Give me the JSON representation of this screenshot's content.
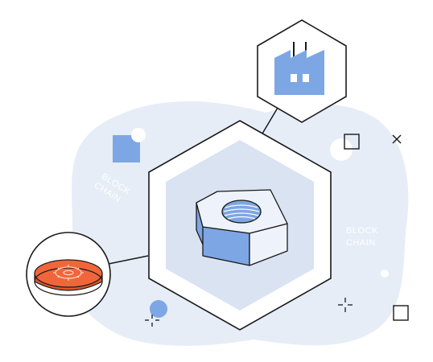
{
  "labels": {
    "left_word1": "BLOCK",
    "left_word2": "CHAIN",
    "right_word1": "BLOCK",
    "right_word2": "CHAIN"
  },
  "icons": {
    "center": "hex-nut-icon",
    "top_right": "factory-icon",
    "left": "gear-coin-icon"
  },
  "colors": {
    "background_blob": "#e6edf7",
    "inner_hexagon": "#d9e3f2",
    "accent_blue": "#7da6e4",
    "nut_top": "#eef3fb",
    "coin_orange": "#f0663a",
    "outline": "#1a1a1a"
  }
}
